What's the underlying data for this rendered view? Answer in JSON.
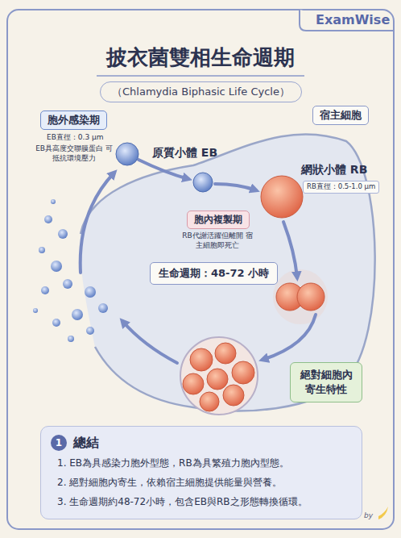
{
  "diagram": {
    "title": "披衣菌雙相生命週期",
    "nodes": [
      {
        "text": [
          "（Chlamydia Biphasic Life Cycle）"
        ]
      },
      {
        "text": [
          "胞外感染期"
        ]
      },
      {
        "text": [
          "原質小體 EB"
        ]
      },
      {
        "text": [
          "宿主細胞"
        ]
      },
      {
        "text": [
          "網狀小體 RB",
          "RB直徑：0.5-1.0 μm"
        ]
      },
      {
        "text": [
          "胞內複製期"
        ]
      },
      {
        "text": [
          "生命週期：48-72 小時"
        ]
      },
      {
        "text": [
          "絕對細胞內 寄生特性"
        ]
      },
      {
        "text": [
          "總結",
          "1. EB為具感染力胞外型態，RB為具繁殖力胞內型態。",
          "2. 絕對細胞內寄生，依賴宿主細胞提供能量與營養。",
          "3. 生命週期約48-72小時，包含EB與RB之形態轉換循環。"
        ]
      },
      {
        "text": [
          "1"
        ],
        "in": 8
      }
    ],
    "labels": [
      "ExamWise",
      "EB直徑：0.3 μm",
      "EB具高度交聯膜蛋白 可抵抗環境壓力",
      "RB代謝活躍但離開 宿主細胞即死亡",
      "by"
    ]
  }
}
